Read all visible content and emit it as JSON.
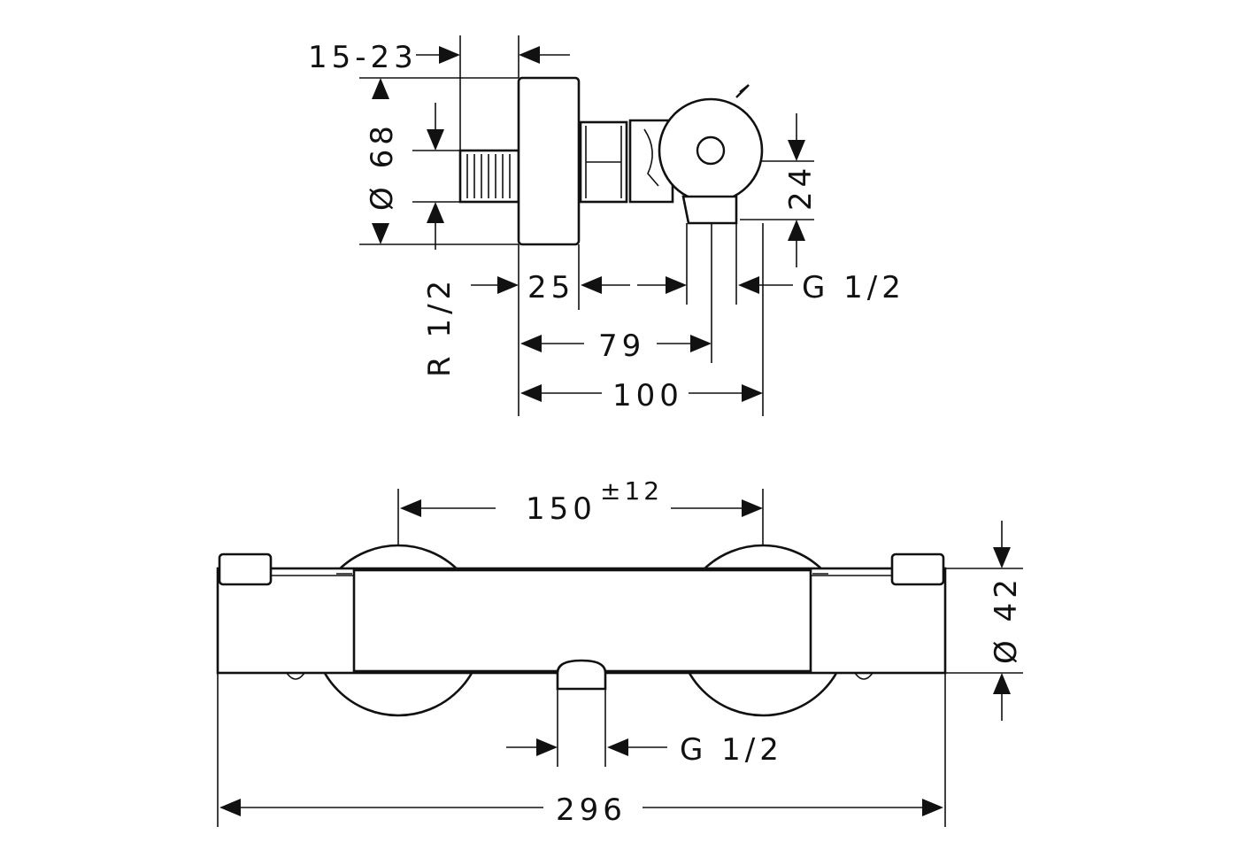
{
  "side_view": {
    "connection_depth": "15-23",
    "outlet_diameter": "Ø 68",
    "wall_thread": "R 1/2",
    "dim_25": "25",
    "dim_79": "79",
    "dim_100": "100",
    "dim_24": "24",
    "outlet_thread": "G 1/2"
  },
  "front_view": {
    "centre_distance": "150",
    "centre_tolerance": "±12",
    "body_diameter": "Ø 42",
    "outlet_thread": "G 1/2",
    "total_length": "296"
  }
}
